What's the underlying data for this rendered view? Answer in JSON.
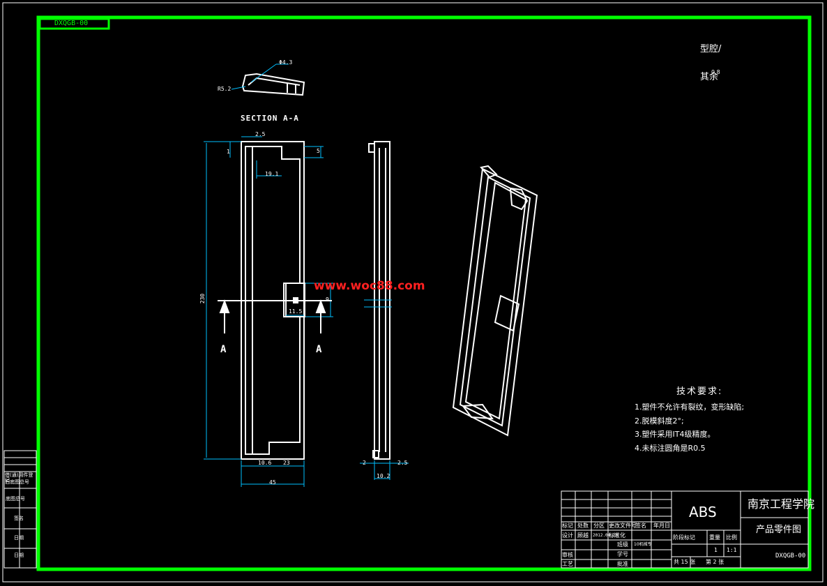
{
  "drawing_code_tab": "DXQGB-00",
  "watermark": "www.woc88.com",
  "top_notes": {
    "type_label": "型腔/",
    "other_label": "其余",
    "other_value": "0.8"
  },
  "section": {
    "title": "SECTION A-A",
    "dim_phi": "Φ4.3",
    "dim_r": "R5.2"
  },
  "front_view": {
    "dims": {
      "d_2_5": "2.5",
      "d_1": "1",
      "d_19_1": "19.1",
      "d_5": "5",
      "d_230": "230",
      "d_11_5": "11.5",
      "d_9": "9",
      "d_10_6": "10.6",
      "d_23": "23",
      "d_45": "45"
    },
    "section_mark": "A"
  },
  "side_view": {
    "dims": {
      "d_2": "2",
      "d_2_5": "2.5",
      "d_10_2": "10.2"
    }
  },
  "tech_req": {
    "title": "技术要求:",
    "items": [
      "1.塑件不允许有裂纹，变形缺陷;",
      "2.脱模斜度2°;",
      "3.塑件采用IT4级精度。",
      "4.未标注圆角是R0.5"
    ]
  },
  "title_block": {
    "material": "ABS",
    "school": "南京工程学院",
    "drawing_name": "产品零件图",
    "code": "DXQGB-00",
    "row_header": [
      "标记",
      "处数",
      "分区",
      "更改文件号",
      "签名",
      "年月日"
    ],
    "design_label": "设计",
    "designer": "顾越",
    "date": "2012.04.20",
    "std_label": "标准化",
    "review_label": "审核",
    "process_label": "工艺",
    "approve_label": "批准",
    "class_label": "班级",
    "class_value": "10机械专",
    "id_label": "学号",
    "stage_label": "阶段标记",
    "weight_label": "重量",
    "scale_label": "比例",
    "weight_value": "1",
    "scale_value": "1:1",
    "sheets_total": "共 15 张",
    "sheet_no": "第 2 张"
  },
  "left_strip": [
    "借(通)用件登记",
    "旧底图总号",
    "底图总号",
    "签名",
    "日期",
    "日期"
  ]
}
